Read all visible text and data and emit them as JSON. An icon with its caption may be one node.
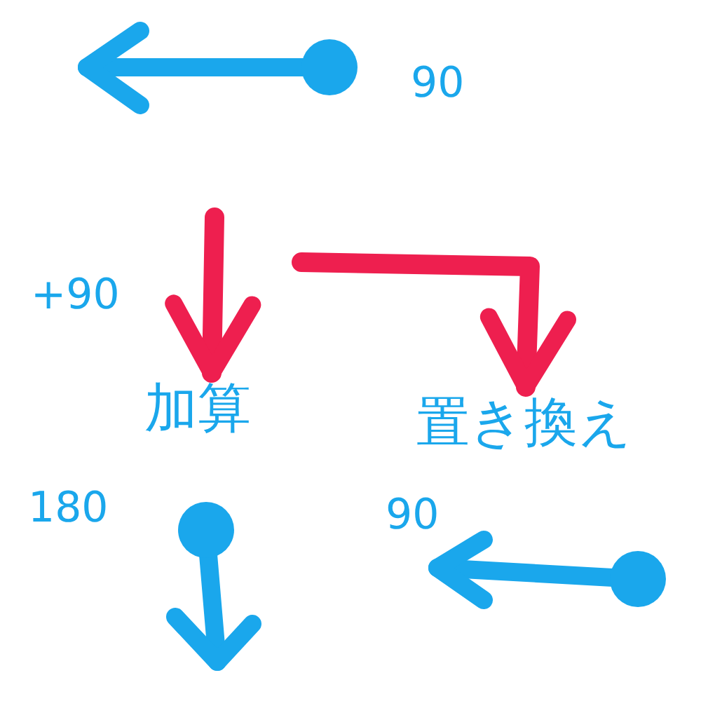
{
  "diagram": {
    "nodes": [
      {
        "text": [
          "加算"
        ]
      },
      {
        "text": [
          "置き換え"
        ]
      }
    ],
    "edges": [
      {
        "from": null,
        "to": 0,
        "arrow": "to"
      },
      {
        "from": null,
        "to": 1,
        "arrow": "to"
      }
    ],
    "labels": [
      "90",
      "+90",
      "180",
      "90"
    ]
  }
}
